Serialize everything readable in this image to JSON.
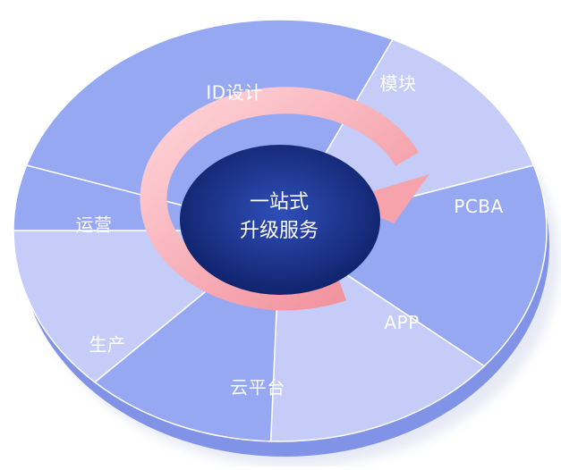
{
  "center": {
    "line1": "一站式",
    "line2": "升级服务"
  },
  "segments": [
    {
      "label": "ID设计"
    },
    {
      "label": "模块"
    },
    {
      "label": "PCBA"
    },
    {
      "label": "APP"
    },
    {
      "label": "云平台"
    },
    {
      "label": "生产"
    },
    {
      "label": "运营"
    }
  ],
  "colors": {
    "segment_dark": "#97a8f2",
    "segment_light": "#c4ccf7",
    "edge": "#8e9fe8",
    "center_dark": "#0d1f66",
    "center_light": "#2f4fb8",
    "arrow": "#f6a3ab"
  }
}
